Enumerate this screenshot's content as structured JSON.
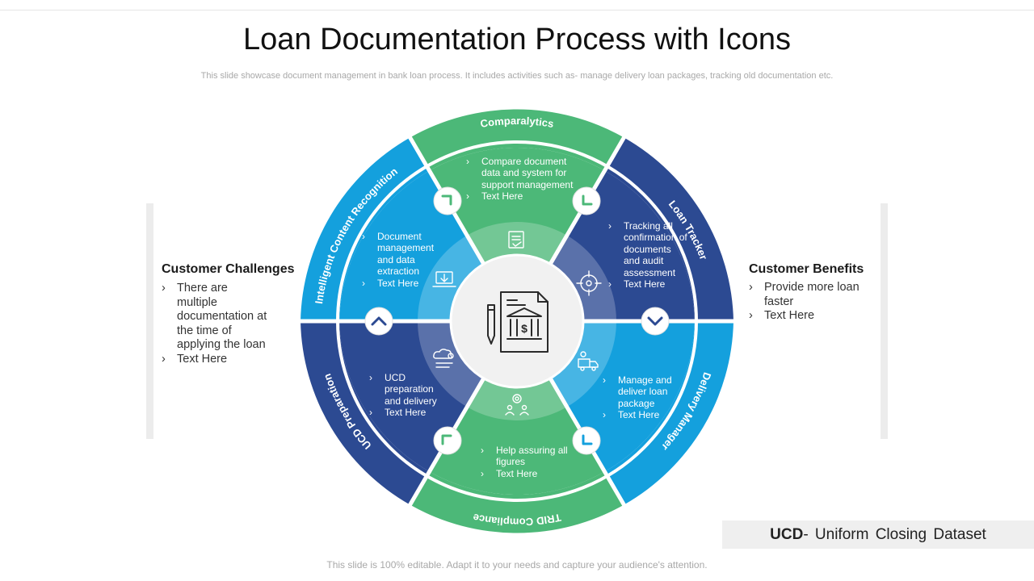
{
  "header": {
    "title": "Loan Documentation Process with Icons",
    "subtitle": "This slide showcase document management in bank loan process. It includes activities such as- manage delivery loan packages, tracking old documentation etc."
  },
  "left_panel": {
    "title": "Customer Challenges",
    "items": [
      "There are multiple documentation at the time of applying the loan",
      "Text Here"
    ]
  },
  "right_panel": {
    "title": "Customer Benefits",
    "items": [
      "Provide more loan faster",
      "Text Here"
    ]
  },
  "segments": [
    {
      "label": "Comparalytics",
      "items": [
        "Compare document data and system for support management",
        "Text Here"
      ],
      "icon": "checklist-icon"
    },
    {
      "label": "Loan Tracker",
      "items": [
        "Tracking all confirmation of documents and audit assessment",
        "Text Here"
      ],
      "icon": "crosshair-icon"
    },
    {
      "label": "Delivery Manager",
      "items": [
        "Manage and deliver loan package",
        "Text Here"
      ],
      "icon": "delivery-truck-icon"
    },
    {
      "label": "TRID Compliance",
      "items": [
        "Help assuring all figures",
        "Text Here"
      ],
      "icon": "team-gear-icon"
    },
    {
      "label": "UCD Preparation",
      "items": [
        "UCD preparation and delivery",
        "Text Here"
      ],
      "icon": "cloud-data-icon"
    },
    {
      "label": "Intelligent Content Recognition",
      "items": [
        "Document management and data extraction",
        "Text Here"
      ],
      "icon": "laptop-download-icon"
    }
  ],
  "center": {
    "icon": "bank-document-icon"
  },
  "footnote": {
    "abbr": "UCD",
    "definition": "- Uniform Closing Dataset"
  },
  "bottom_note": "This slide is 100% editable. Adapt it to your needs and capture your audience's attention.",
  "colors": {
    "green": "#4cb878",
    "navy": "#2c4a92",
    "blue": "#14a0dd",
    "teal_mid": "#3aa8e0"
  }
}
